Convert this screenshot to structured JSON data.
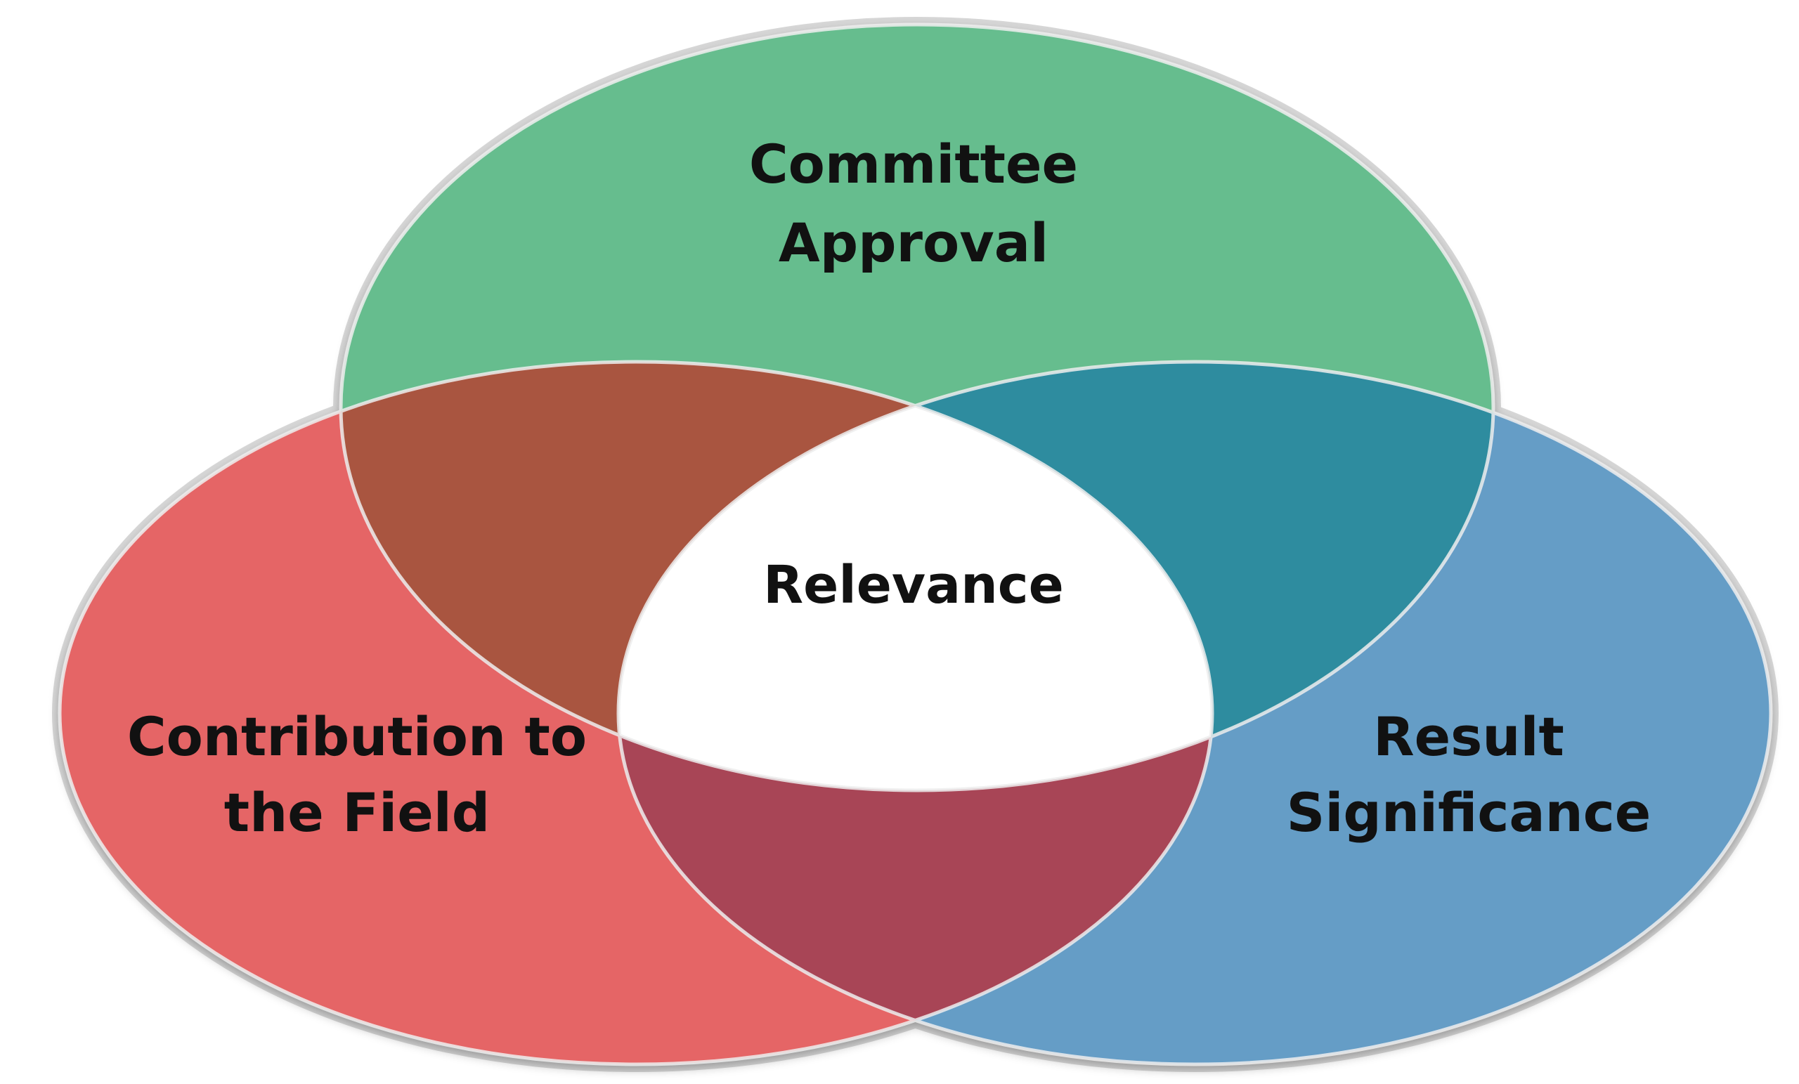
{
  "sets": {
    "committee_approval": {
      "label_lines": [
        "Committee",
        "Approval"
      ],
      "color": "#66bd8e"
    },
    "contribution_to_field": {
      "label_lines": [
        "Contribution to",
        "the Field"
      ],
      "color": "#e56566"
    },
    "result_significance": {
      "label_lines": [
        "Result",
        "Significance"
      ],
      "color": "#659dc6"
    }
  },
  "overlaps": {
    "approval_contribution": {
      "color": "#a95540"
    },
    "approval_significance": {
      "color": "#2e8c9f"
    },
    "contribution_significance": {
      "color": "#a84556"
    }
  },
  "center": {
    "label": "Relevance",
    "color": "#ffffff"
  }
}
